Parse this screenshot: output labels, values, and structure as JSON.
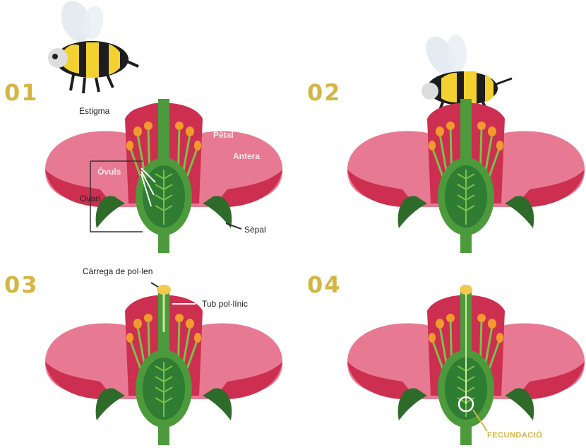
{
  "steps": [
    "01",
    "02",
    "03",
    "04"
  ],
  "labels": {
    "estigma": "Estigma",
    "petal": "Pètal",
    "antera": "Antera",
    "ovuls": "Òvuls",
    "ovari": "Ovari",
    "sepal": "Sèpal",
    "carrega": "Càrrega de pol·len",
    "tub": "Tub pol·línic",
    "fecundacio": "FECUNDACIÓ"
  },
  "colors": {
    "petal_outer": "#e77a92",
    "petal_inner": "#cc2f4f",
    "stem": "#4c9a3c",
    "ovary": "#2e7d32",
    "anther": "#f39a2c",
    "step_number": "#d5b542"
  }
}
